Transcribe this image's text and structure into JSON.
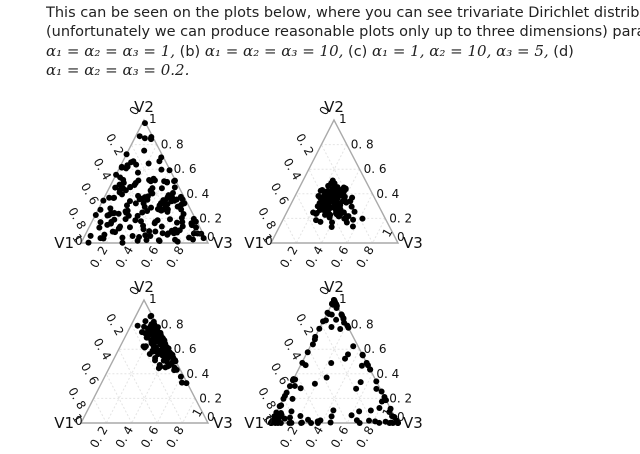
{
  "paragraph": {
    "line1": "This can be seen on the plots below, where you can see trivariate Dirichlet distributions",
    "line2": "(unfortunately we can produce reasonable plots only up to three dimensions) parameteriz",
    "line3_eq_a": "α₁ = α₂ = α₃ = 1,",
    "line3_label_b": " (b) ",
    "line3_eq_b": "α₁ = α₂ = α₃ = 10,",
    "line3_label_c": " (c) ",
    "line3_eq_c": "α₁ = 1, α₂ = 10, α₃ = 5,",
    "line3_label_d": " (d)",
    "line4_eq_d": "α₁ = α₂ = α₃ = 0.2."
  },
  "figure": {
    "vertex_labels": {
      "top": "V2",
      "left": "V1",
      "right": "V3"
    },
    "right_ticks": [
      "0. 8",
      "0. 6",
      "0. 4",
      "0. 2"
    ],
    "left_ticks": [
      "0. 2",
      "0. 4",
      "0. 6",
      "0. 8"
    ],
    "bottom_ticks": [
      "0. 2",
      "0. 4",
      "0. 6",
      "0. 8"
    ],
    "corner_ticks": {
      "top": "1",
      "top_zero": "0",
      "left": "1",
      "left_zero": "0",
      "right": "1",
      "right_zero": "0"
    },
    "panels": [
      {
        "id": "a",
        "alpha": [
          1,
          1,
          1
        ],
        "point_count": 180
      },
      {
        "id": "b",
        "alpha": [
          10,
          10,
          10
        ],
        "point_count": 160
      },
      {
        "id": "c",
        "alpha": [
          1,
          10,
          5
        ],
        "point_count": 140
      },
      {
        "id": "d",
        "alpha": [
          0.2,
          0.2,
          0.2
        ],
        "point_count": 140
      }
    ],
    "colors": {
      "frame": "#a9a9a9",
      "grid": "#e4e4e4",
      "points": "#000000"
    }
  }
}
